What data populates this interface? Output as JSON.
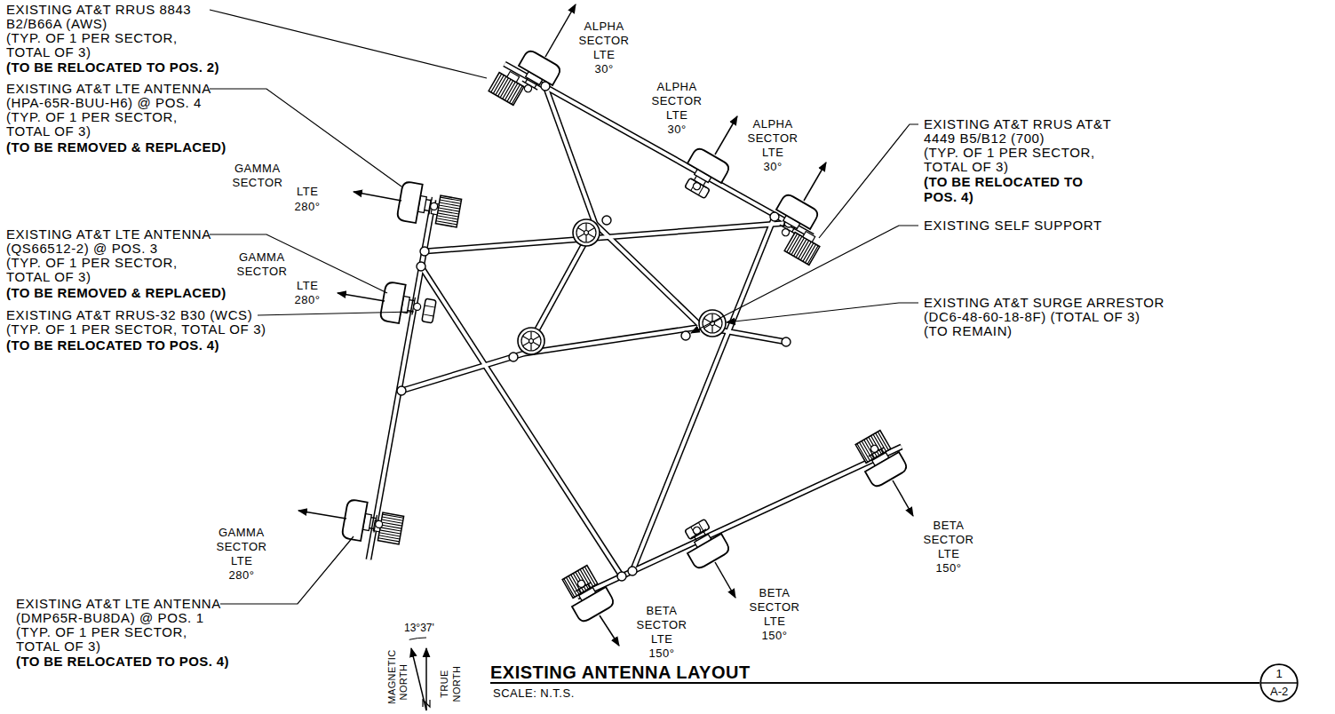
{
  "diagram": {
    "title": "EXISTING ANTENNA LAYOUT",
    "caption": "SCALE: N.T.S.",
    "nodes": [
      {
        "text": [
          "1",
          "A-2"
        ]
      }
    ],
    "labels": [
      "EXISTING AT&T RRUS 8843",
      "B2/B66A (AWS)",
      "(TYP. OF 1 PER SECTOR,",
      "TOTAL OF 3)",
      "(TO BE RELOCATED TO POS. 2)",
      "ALPHA",
      "SECTOR",
      "LTE",
      "30°",
      "ALPHA",
      "SECTOR",
      "LTE",
      "30°",
      "ALPHA",
      "SECTOR",
      "LTE",
      "30°",
      "EXISTING AT&T RRUS AT&T",
      "4449 B5/B12 (700)",
      "(TYP. OF 1 PER SECTOR,",
      "TOTAL OF 3)",
      "(TO BE RELOCATED TO",
      "POS. 4)",
      "EXISTING AT&T LTE ANTENNA",
      "(HPA-65R-BUU-H6) @ POS. 4",
      "(TYP. OF 1 PER SECTOR,",
      "TOTAL OF 3)",
      "(TO BE REMOVED & REPLACED)",
      "GAMMA",
      "SECTOR",
      "LTE",
      "280°",
      "EXISTING AT&T LTE ANTENNA",
      "(QS66512-2) @ POS. 3",
      "(TYP. OF 1 PER SECTOR,",
      "TOTAL OF 3)",
      "(TO BE REMOVED & REPLACED)",
      "GAMMA",
      "SECTOR",
      "LTE",
      "280°",
      "EXISTING SELF SUPPORT",
      "EXISTING AT&T SURGE ARRESTOR",
      "(DC6-48-60-18-8F) (TOTAL OF 3)",
      "(TO REMAIN)",
      "EXISTING AT&T RRUS-32 B30 (WCS)",
      "(TYP. OF 1 PER SECTOR, TOTAL OF 3)",
      "(TO BE RELOCATED TO POS. 4)",
      "GAMMA",
      "SECTOR",
      "LTE",
      "280°",
      "BETA",
      "SECTOR",
      "LTE",
      "150°",
      "BETA",
      "SECTOR",
      "LTE",
      "150°",
      "BETA",
      "SECTOR",
      "LTE",
      "150°",
      "EXISTING AT&T LTE ANTENNA",
      "(DMP65R-BU8DA) @ POS. 1",
      "(TYP. OF 1 PER SECTOR,",
      "TOTAL OF 3)",
      "(TO BE RELOCATED TO POS. 4)",
      "13°37'",
      "MAGNETIC",
      "NORTH",
      "TRUE",
      "NORTH"
    ]
  }
}
